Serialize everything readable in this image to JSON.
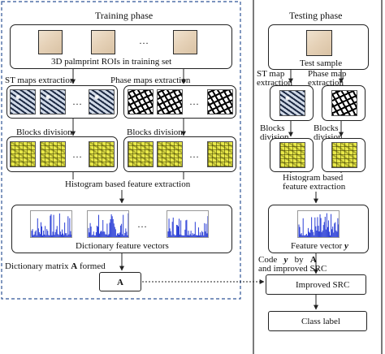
{
  "training": {
    "title": "Training phase",
    "rois_label": "3D palmprint ROIs in training set",
    "st_extract": "ST maps extraction",
    "phase_extract": "Phase maps extraction",
    "blocks_left": "Blocks division",
    "blocks_right": "Blocks division",
    "histogram": "Histogram based feature extraction",
    "dictionary": "Dictionary feature vectors",
    "matrix_prefix": "Dictionary matrix ",
    "matrix_sym": "A",
    "matrix_suffix": " formed",
    "matrix_box": "A",
    "ellipsis": "…"
  },
  "testing": {
    "title": "Testing phase",
    "sample": "Test sample",
    "st_l1": "ST      map",
    "st_l2": "extraction",
    "ph_l1": "Phase map",
    "ph_l2": "extraction",
    "blocks_l1a": "Blocks",
    "blocks_l2a": "division",
    "blocks_l1b": "Blocks",
    "blocks_l2b": "division",
    "hist_l1": "Histogram  based",
    "hist_l2": "feature extraction",
    "fv_prefix": "Feature vector ",
    "fv_sym": "y",
    "code_w1": "Code",
    "code_y": "y",
    "code_by": "by",
    "code_A": "A",
    "code_l2": "and improved SRC",
    "src": "Improved SRC",
    "class_label": "Class label"
  },
  "colors": {
    "dashed_border": "#2f5597",
    "block_yellow": "#e8e84a",
    "hist_blue": "#2b3fd6"
  }
}
